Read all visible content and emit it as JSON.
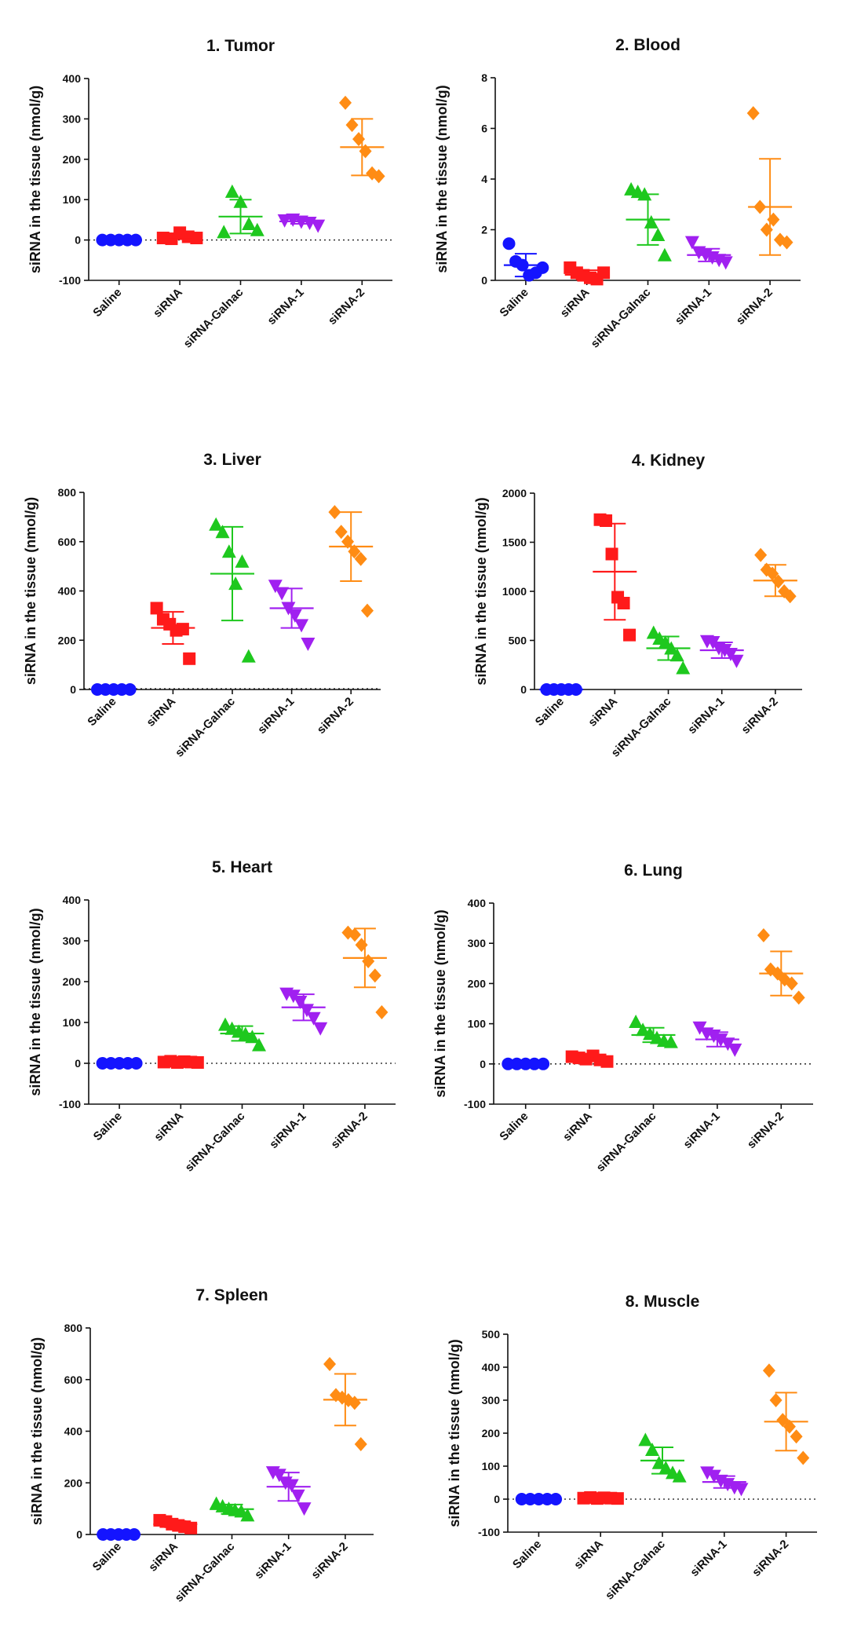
{
  "colors": {
    "Saline": "#1414ff",
    "siRNA": "#ff1a1a",
    "siRNA-Galnac": "#1ec81e",
    "siRNA-1": "#a020f0",
    "siRNA-2": "#ff8c14"
  },
  "markers": {
    "Saline": "circle",
    "siRNA": "square",
    "siRNA-Galnac": "triangle-up",
    "siRNA-1": "triangle-down",
    "siRNA-2": "diamond"
  },
  "chart_data": [
    {
      "type": "scatter",
      "title": "1. Tumor",
      "ylabel": "siRNA in the tissue   (nmol/g)",
      "categories": [
        "Saline",
        "siRNA",
        "siRNA-Galnac",
        "siRNA-1",
        "siRNA-2"
      ],
      "ylim": [
        -100,
        400
      ],
      "yticks": [
        -100,
        0,
        100,
        200,
        300,
        400
      ],
      "zero_line": true,
      "points": [
        [
          0,
          0,
          0,
          0,
          0
        ],
        [
          5,
          3,
          18,
          8,
          5
        ],
        [
          20,
          120,
          95,
          40,
          25
        ],
        [
          48,
          50,
          45,
          42,
          35
        ],
        [
          340,
          285,
          250,
          220,
          165,
          158
        ]
      ],
      "mean": [
        0,
        7,
        58,
        46,
        230
      ],
      "sd": [
        0,
        5,
        42,
        6,
        70
      ]
    },
    {
      "type": "scatter",
      "title": "2. Blood",
      "ylabel": "siRNA in the tissue   (nmol/g)",
      "categories": [
        "Saline",
        "siRNA",
        "siRNA-Galnac",
        "siRNA-1",
        "siRNA-2"
      ],
      "ylim": [
        0,
        8
      ],
      "yticks": [
        0,
        2,
        4,
        6,
        8
      ],
      "zero_line": false,
      "points": [
        [
          1.45,
          0.75,
          0.6,
          0.2,
          0.3,
          0.5
        ],
        [
          0.5,
          0.3,
          0.2,
          0.1,
          0.05,
          0.3
        ],
        [
          3.6,
          3.5,
          3.4,
          2.3,
          1.8,
          1.0
        ],
        [
          1.5,
          1.1,
          1.0,
          0.9,
          0.8,
          0.7
        ],
        [
          6.6,
          2.9,
          2.0,
          2.4,
          1.6,
          1.5
        ]
      ],
      "mean": [
        0.6,
        0.22,
        2.4,
        1.0,
        2.9
      ],
      "sd": [
        0.45,
        0.18,
        1.0,
        0.25,
        1.9
      ]
    },
    {
      "type": "scatter",
      "title": "3. Liver",
      "ylabel": "siRNA in the tissue   (nmol/g)",
      "categories": [
        "Saline",
        "siRNA",
        "siRNA-Galnac",
        "siRNA-1",
        "siRNA-2"
      ],
      "ylim": [
        0,
        800
      ],
      "yticks": [
        0,
        200,
        400,
        600,
        800
      ],
      "zero_line": true,
      "points": [
        [
          0,
          0,
          0,
          0,
          0
        ],
        [
          330,
          285,
          265,
          240,
          245,
          125
        ],
        [
          670,
          640,
          560,
          430,
          520,
          135
        ],
        [
          420,
          390,
          330,
          300,
          260,
          185
        ],
        [
          720,
          640,
          600,
          560,
          530,
          320
        ]
      ],
      "mean": [
        0,
        250,
        470,
        330,
        580
      ],
      "sd": [
        0,
        65,
        190,
        80,
        140
      ]
    },
    {
      "type": "scatter",
      "title": "4. Kidney",
      "ylabel": "siRNA in the tissue   (nmol/g)",
      "categories": [
        "Saline",
        "siRNA",
        "siRNA-Galnac",
        "siRNA-1",
        "siRNA-2"
      ],
      "ylim": [
        0,
        2000
      ],
      "yticks": [
        0,
        500,
        1000,
        1500,
        2000
      ],
      "zero_line": false,
      "points": [
        [
          0,
          0,
          0,
          0,
          0
        ],
        [
          1730,
          1720,
          1380,
          940,
          880,
          555
        ],
        [
          580,
          520,
          480,
          420,
          350,
          220
        ],
        [
          490,
          480,
          420,
          400,
          360,
          290
        ],
        [
          1370,
          1220,
          1180,
          1100,
          1000,
          950
        ]
      ],
      "mean": [
        0,
        1200,
        420,
        400,
        1110
      ],
      "sd": [
        0,
        490,
        120,
        80,
        160
      ]
    },
    {
      "type": "scatter",
      "title": "5. Heart",
      "ylabel": "siRNA in the tissue   (nmol/g)",
      "categories": [
        "Saline",
        "siRNA",
        "siRNA-Galnac",
        "siRNA-1",
        "siRNA-2"
      ],
      "ylim": [
        -100,
        400
      ],
      "yticks": [
        -100,
        0,
        100,
        200,
        300,
        400
      ],
      "zero_line": true,
      "points": [
        [
          0,
          0,
          0,
          0,
          0
        ],
        [
          3,
          5,
          2,
          4,
          3,
          2
        ],
        [
          95,
          85,
          78,
          72,
          65,
          45
        ],
        [
          170,
          165,
          150,
          130,
          110,
          85
        ],
        [
          320,
          315,
          290,
          250,
          215,
          125
        ]
      ],
      "mean": [
        0,
        3,
        73,
        137,
        258
      ],
      "sd": [
        0,
        2,
        18,
        32,
        72
      ]
    },
    {
      "type": "scatter",
      "title": "6. Lung",
      "ylabel": "siRNA in the tissue   (nmol/g)",
      "categories": [
        "Saline",
        "siRNA",
        "siRNA-Galnac",
        "siRNA-1",
        "siRNA-2"
      ],
      "ylim": [
        -100,
        400
      ],
      "yticks": [
        -100,
        0,
        100,
        200,
        300,
        400
      ],
      "zero_line": true,
      "points": [
        [
          0,
          0,
          0,
          0,
          0
        ],
        [
          18,
          15,
          12,
          20,
          10,
          6
        ],
        [
          105,
          85,
          75,
          65,
          58,
          55
        ],
        [
          90,
          75,
          70,
          60,
          50,
          35
        ],
        [
          320,
          235,
          225,
          210,
          200,
          165
        ]
      ],
      "mean": [
        0,
        14,
        72,
        61,
        225
      ],
      "sd": [
        0,
        5,
        18,
        18,
        55
      ]
    },
    {
      "type": "scatter",
      "title": "7. Spleen",
      "ylabel": "siRNA in the tissue  (nmol/g)",
      "categories": [
        "Saline",
        "siRNA",
        "siRNA-Galnac",
        "siRNA-1",
        "siRNA-2"
      ],
      "ylim": [
        0,
        800
      ],
      "yticks": [
        0,
        200,
        400,
        600,
        800
      ],
      "zero_line": false,
      "points": [
        [
          0,
          0,
          0,
          0,
          0
        ],
        [
          55,
          50,
          40,
          35,
          30,
          25
        ],
        [
          120,
          110,
          100,
          95,
          90,
          75
        ],
        [
          240,
          230,
          200,
          190,
          150,
          100
        ],
        [
          660,
          540,
          530,
          520,
          510,
          350
        ]
      ],
      "mean": [
        0,
        40,
        98,
        185,
        522
      ],
      "sd": [
        0,
        12,
        18,
        55,
        100
      ]
    },
    {
      "type": "scatter",
      "title": "8. Muscle",
      "ylabel": "siRNA in the tissue   (nmol/g)",
      "categories": [
        "Saline",
        "siRNA",
        "siRNA-Galnac",
        "siRNA-1",
        "siRNA-2"
      ],
      "ylim": [
        -100,
        500
      ],
      "yticks": [
        -100,
        0,
        100,
        200,
        300,
        400,
        500
      ],
      "zero_line": true,
      "points": [
        [
          0,
          0,
          0,
          0,
          0
        ],
        [
          3,
          5,
          2,
          4,
          3,
          2
        ],
        [
          180,
          150,
          110,
          95,
          80,
          70
        ],
        [
          80,
          70,
          55,
          45,
          35,
          30
        ],
        [
          390,
          300,
          240,
          220,
          190,
          125
        ]
      ],
      "mean": [
        0,
        3,
        117,
        52,
        235
      ],
      "sd": [
        0,
        2,
        40,
        18,
        88
      ]
    }
  ]
}
